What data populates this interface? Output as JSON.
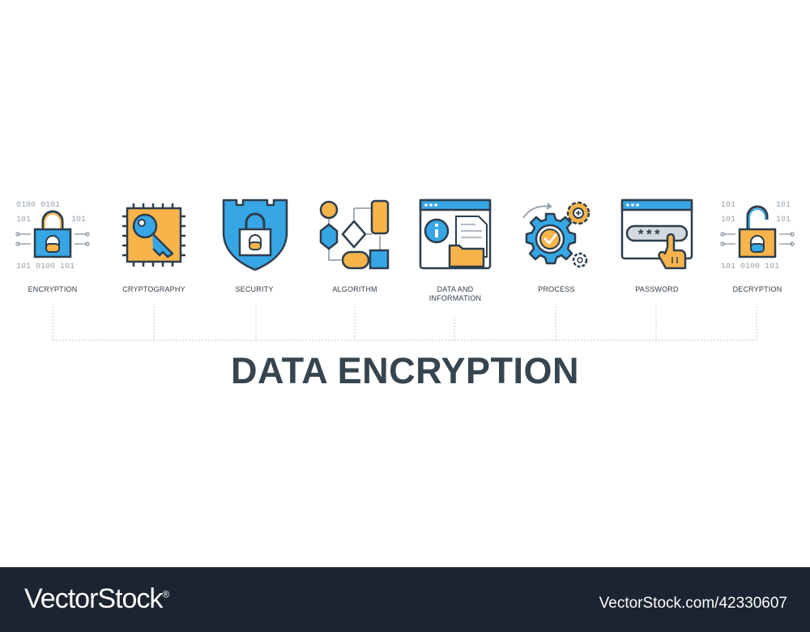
{
  "title": "DATA ENCRYPTION",
  "colors": {
    "blue": "#37a6e4",
    "orange": "#f7b44a",
    "outline": "#2d3e4d",
    "grey": "#9aa4ad",
    "footer": "#1b2430"
  },
  "items": [
    {
      "label": "ENCRYPTION",
      "icon": "encryption-icon"
    },
    {
      "label": "CRYPTOGRAPHY",
      "icon": "cryptography-icon"
    },
    {
      "label": "SECURITY",
      "icon": "security-icon"
    },
    {
      "label": "ALGORITHM",
      "icon": "algorithm-icon"
    },
    {
      "label": "DATA AND INFORMATION",
      "label_lines": [
        "DATA AND",
        "INFORMATION"
      ],
      "icon": "data-information-icon"
    },
    {
      "label": "PROCESS",
      "icon": "process-icon"
    },
    {
      "label": "PASSWORD",
      "icon": "password-icon"
    },
    {
      "label": "DECRYPTION",
      "icon": "decryption-icon"
    }
  ],
  "binary": {
    "top": "0100 0101",
    "left": "101",
    "right": "101",
    "bottom": "101 0100 101"
  },
  "password_mask": "***_",
  "footer": {
    "brand": "VectorStock",
    "brand_mark": "®",
    "stock_id": "VectorStock.com/42330607"
  }
}
